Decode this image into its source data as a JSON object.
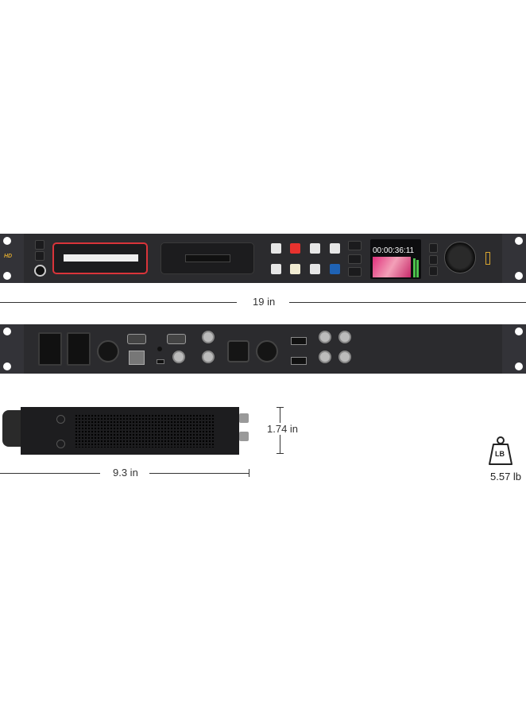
{
  "front_panel": {
    "timecode": "00:00:36:11",
    "logo": "HD"
  },
  "dimensions": {
    "width": "19 in",
    "height": "1.74 in",
    "depth": "9.3 in"
  },
  "weight": {
    "icon_label": "LB",
    "value": "5.57 lb"
  },
  "colors": {
    "record": "#e8322e",
    "slot_highlight": "#d9343a",
    "stop": "#1f63b5",
    "play": "#f1ecd2",
    "logo": "#d9a630"
  }
}
